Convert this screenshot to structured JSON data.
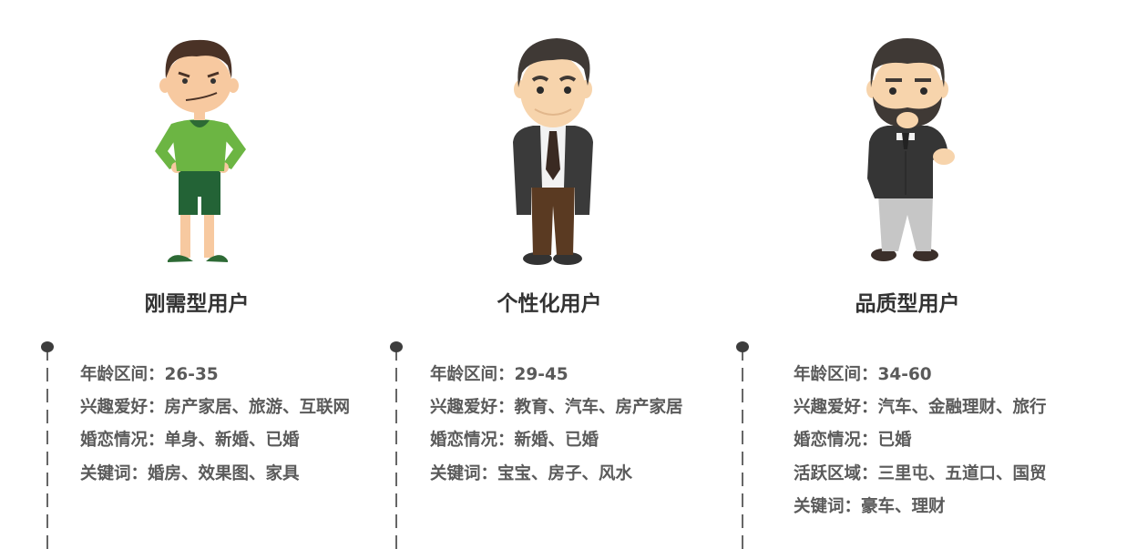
{
  "personas": [
    {
      "title": "刚需型用户",
      "illustration": "young-man-green-shirt-icon",
      "colors": {
        "shirt": "#6cb543",
        "collar": "#2d6a35",
        "shorts": "#236336",
        "hair": "#4a3226",
        "skin": "#f7c9a0"
      },
      "attributes": [
        {
          "label": "年龄区间：",
          "value": "26-35"
        },
        {
          "label": "兴趣爱好：",
          "value": "房产家居、旅游、互联网"
        },
        {
          "label": "婚恋情况：",
          "value": "单身、新婚、已婚"
        },
        {
          "label": "关键词：",
          "value": "婚房、效果图、家具"
        }
      ]
    },
    {
      "title": "个性化用户",
      "illustration": "businessman-tie-icon",
      "colors": {
        "jacket": "#3a3a3a",
        "pants": "#5a3a22",
        "hair": "#3f3935",
        "skin": "#f7d4ac"
      },
      "attributes": [
        {
          "label": "年龄区间：",
          "value": "29-45"
        },
        {
          "label": "兴趣爱好：",
          "value": "教育、汽车、房产家居"
        },
        {
          "label": "婚恋情况：",
          "value": "新婚、已婚"
        },
        {
          "label": "关键词：",
          "value": "宝宝、房子、风水"
        }
      ]
    },
    {
      "title": "品质型用户",
      "illustration": "bearded-gentleman-icon",
      "colors": {
        "jacket": "#353535",
        "pants": "#c6c6c6",
        "hair": "#3f3935",
        "skin": "#f7d4ac"
      },
      "attributes": [
        {
          "label": "年龄区间：",
          "value": "34-60"
        },
        {
          "label": "兴趣爱好：",
          "value": "汽车、金融理财、旅行"
        },
        {
          "label": "婚恋情况：",
          "value": "已婚"
        },
        {
          "label": "活跃区域：",
          "value": "三里屯、五道口、国贸"
        },
        {
          "label": "关键词：",
          "value": "豪车、理财"
        }
      ]
    }
  ]
}
